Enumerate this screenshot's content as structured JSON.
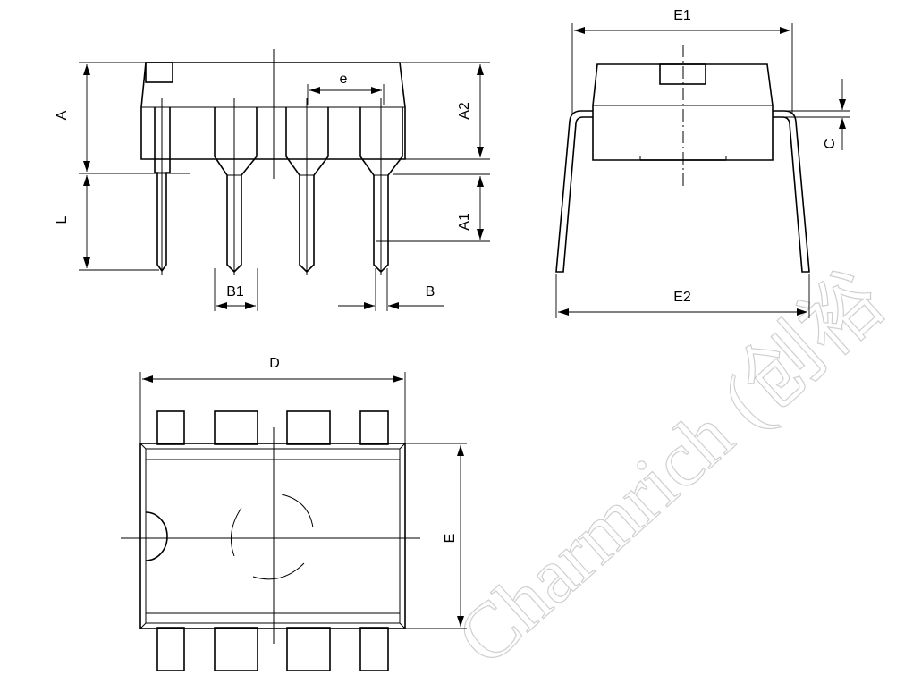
{
  "labels": {
    "A": "A",
    "L": "L",
    "e": "e",
    "A2": "A2",
    "A1": "A1",
    "B1": "B1",
    "B": "B",
    "E1": "E1",
    "C": "C",
    "E2": "E2",
    "D": "D",
    "E": "E"
  },
  "watermark": "Charmrich (创裕"
}
